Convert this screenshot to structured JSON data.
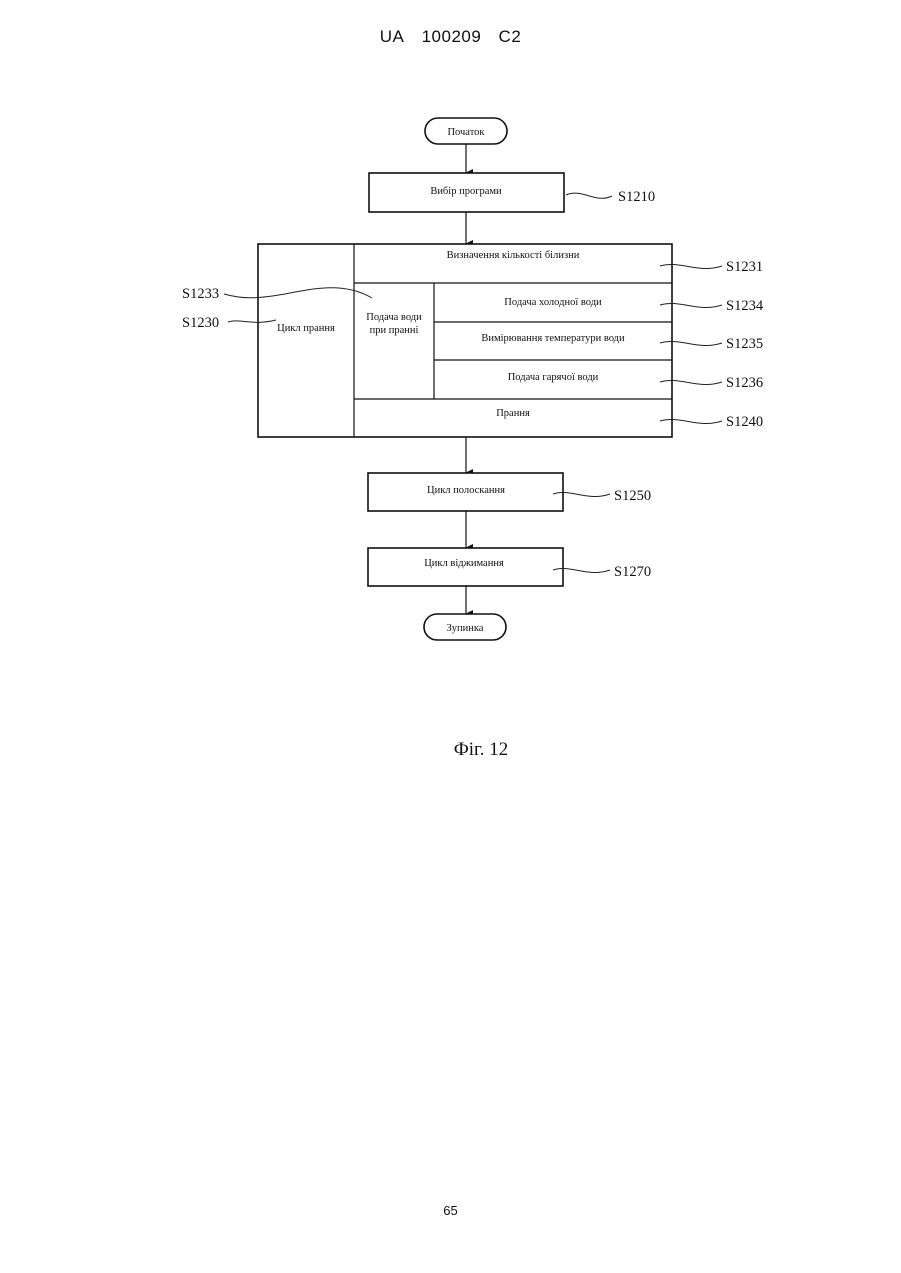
{
  "header": {
    "country": "UA",
    "number": "100209",
    "kind": "C2"
  },
  "page_number": "65",
  "figure_caption": "Фіг. 12",
  "flowchart": {
    "start": "Початок",
    "program_select": "Вибір програми",
    "wash_cycle": "Цикл прання",
    "laundry_amount": "Визначення кількості білизни",
    "water_supply": {
      "line1": "Подача води",
      "line2": "при пранні"
    },
    "cold_water": "Подача холодної води",
    "temperature": "Вимірювання температури води",
    "hot_water": "Подача гарячої води",
    "washing": "Прання",
    "rinse_cycle": "Цикл полоскання",
    "spin_cycle": "Цикл віджимання",
    "stop": "Зупинка"
  },
  "refs": {
    "s1210": "S1210",
    "s1231": "S1231",
    "s1233": "S1233",
    "s1230": "S1230",
    "s1234": "S1234",
    "s1235": "S1235",
    "s1236": "S1236",
    "s1240": "S1240",
    "s1250": "S1250",
    "s1270": "S1270"
  }
}
